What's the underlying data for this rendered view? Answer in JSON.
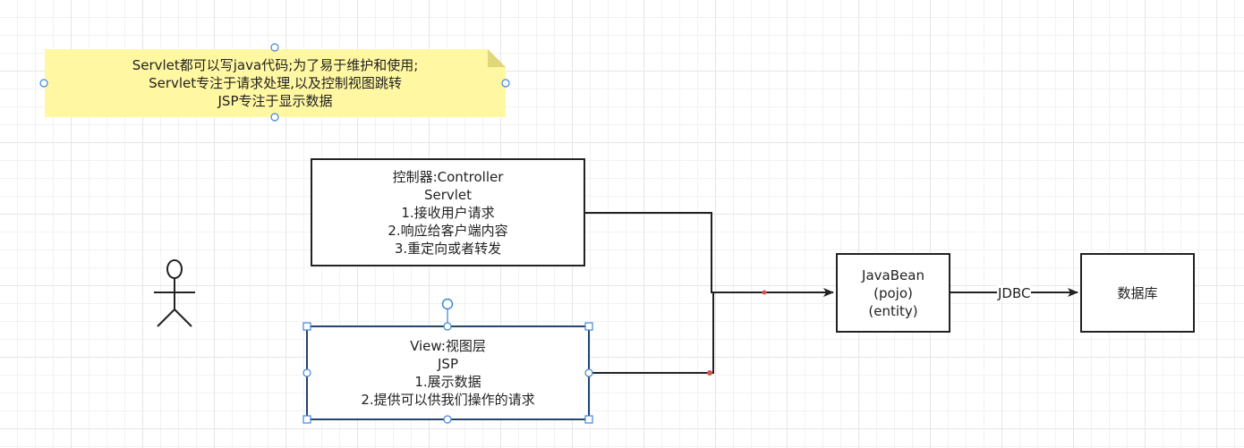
{
  "note": {
    "lines": [
      "Servlet都可以写java代码;为了易于维护和使用;",
      "Servlet专注于请求处理,以及控制视图跳转",
      "JSP专注于显示数据"
    ],
    "fill_color": "#fff7a1"
  },
  "controller": {
    "lines": [
      "控制器:Controller",
      "Servlet",
      "1.接收用户请求",
      "2.响应给客户端内容",
      "3.重定向或者转发"
    ]
  },
  "view": {
    "lines": [
      "View:视图层",
      "JSP",
      "1.展示数据",
      "2.提供可以供我们操作的请求"
    ],
    "border_color": "#23456e",
    "handle_color": "#3d87d6"
  },
  "javabean": {
    "lines": [
      "JavaBean",
      "(pojo)",
      "(entity)"
    ]
  },
  "database": {
    "label": "数据库"
  },
  "edges": {
    "jdbc_label": "JDBC",
    "waypoint_color": "#d9534f"
  }
}
